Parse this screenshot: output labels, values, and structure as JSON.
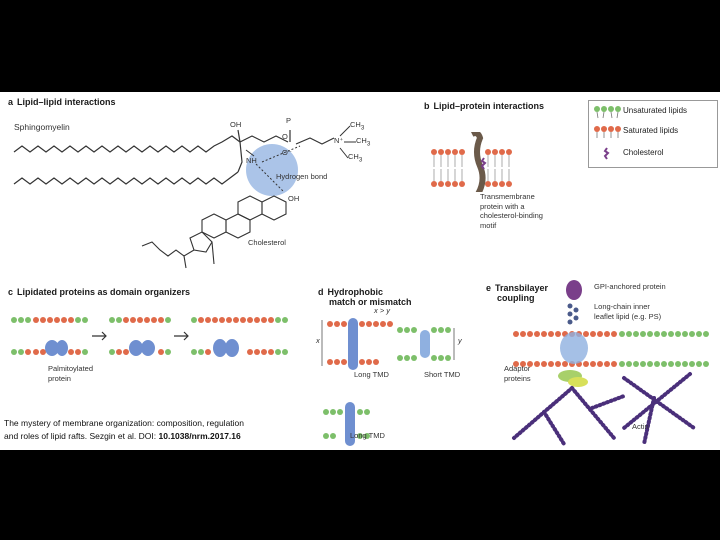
{
  "panels": {
    "a": {
      "letter": "a",
      "title": "Lipid–lipid interactions"
    },
    "b": {
      "letter": "b",
      "title": "Lipid–protein interactions"
    },
    "c": {
      "letter": "c",
      "title": "Lipidated proteins as domain organizers"
    },
    "d": {
      "letter": "d",
      "title_line1": "Hydrophobic",
      "title_line2": "match or mismatch"
    },
    "e": {
      "letter": "e",
      "title_line1": "Transbilayer",
      "title_line2": "coupling"
    }
  },
  "labels_a": {
    "sphingomyelin": "Sphingomyelin",
    "oh_top": "OH",
    "oh_chol": "OH",
    "nh": "NH",
    "o": "O",
    "p": "P",
    "o_minus": "O⁻",
    "n_plus": "N⁺",
    "ch3_1": "CH",
    "ch3_2": "CH",
    "ch3_3": "CH",
    "hydrogen_bond": "Hydrogen bond",
    "cholesterol": "Cholesterol"
  },
  "labels_b": {
    "line1": "Transmembrane",
    "line2": "protein with a",
    "line3": "cholesterol-binding",
    "line4": "motif"
  },
  "legend": {
    "unsaturated": "Unsaturated lipids",
    "saturated": "Saturated lipids",
    "cholesterol": "Cholesterol"
  },
  "labels_c": {
    "line1": "Palmitoylated",
    "line2": "protein"
  },
  "labels_d": {
    "xy": "x > y",
    "x": "x",
    "y": "y",
    "long_tmd_top": "Long TMD",
    "short_tmd": "Short TMD",
    "long_tmd_bottom": "Long TMD"
  },
  "labels_e": {
    "gpi": "GPI-anchored protein",
    "inner_line1": "Long-chain inner",
    "inner_line2": "leaflet lipid (e.g. PS)",
    "adaptor_line1": "Adaptor",
    "adaptor_line2": "proteins",
    "actin": "Actin"
  },
  "caption": {
    "line1": "The mystery of membrane organization: composition, regulation",
    "line2_prefix": "and roles of lipid rafts. Sezgin et al. DOI: ",
    "doi": "10.1038/nrm.2017.16"
  },
  "colors": {
    "unsaturated_head": "#7dbf6a",
    "saturated_head": "#e06a4a",
    "cholesterol": "#7a3f8a",
    "protein_blue": "#6f8fd0",
    "highlight_blue": "#8fb0e0",
    "actin": "#4a2f7a"
  }
}
